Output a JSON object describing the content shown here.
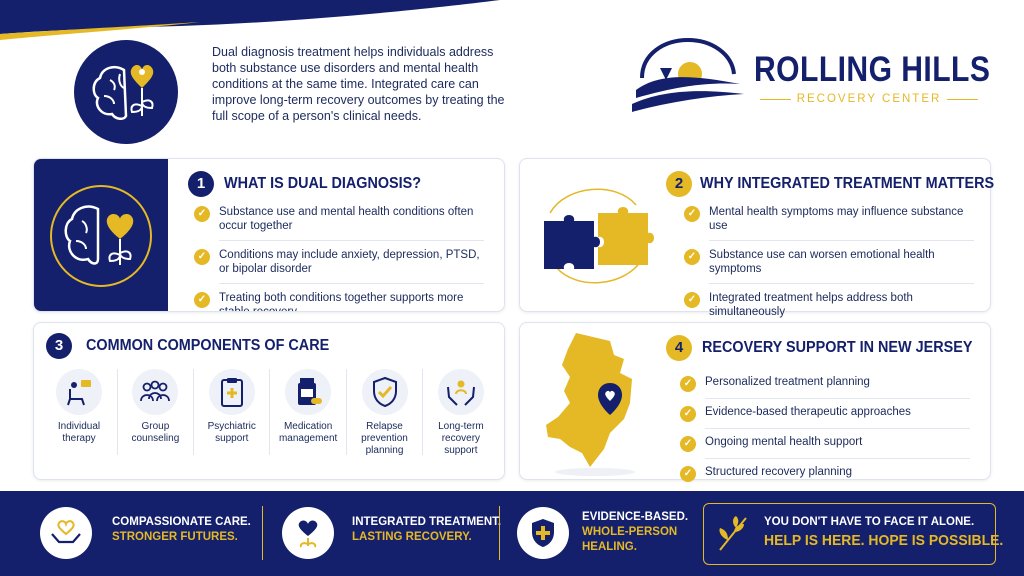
{
  "intro": {
    "text": "Dual diagnosis treatment helps individuals address both substance use disorders and mental health conditions at the same time. Integrated care can improve long-term recovery outcomes by treating the full scope of a person's clinical needs."
  },
  "logo": {
    "title": "ROLLING HILLS",
    "subtitle": "RECOVERY CENTER"
  },
  "section1": {
    "number": "1",
    "title": "WHAT IS DUAL DIAGNOSIS?",
    "items": [
      "Substance use and mental health conditions often occur together",
      "Conditions may include anxiety, depression, PTSD, or bipolar disorder",
      "Treating both conditions together supports more stable recovery"
    ]
  },
  "section2": {
    "number": "2",
    "title": "WHY INTEGRATED TREATMENT MATTERS",
    "items": [
      "Mental health symptoms may influence substance use",
      "Substance use can worsen emotional health symptoms",
      "Integrated treatment helps address both simultaneously"
    ]
  },
  "section3": {
    "number": "3",
    "title": "COMMON COMPONENTS OF CARE",
    "components": [
      {
        "line1": "Individual",
        "line2": "therapy",
        "line3": ""
      },
      {
        "line1": "Group",
        "line2": "counseling",
        "line3": ""
      },
      {
        "line1": "Psychiatric",
        "line2": "support",
        "line3": ""
      },
      {
        "line1": "Medication",
        "line2": "management",
        "line3": ""
      },
      {
        "line1": "Relapse",
        "line2": "prevention",
        "line3": "planning"
      },
      {
        "line1": "Long-term",
        "line2": "recovery",
        "line3": "support"
      }
    ]
  },
  "section4": {
    "number": "4",
    "title": "RECOVERY SUPPORT IN NEW JERSEY",
    "items": [
      "Personalized treatment planning",
      "Evidence-based therapeutic approaches",
      "Ongoing mental health support",
      "Structured recovery planning"
    ]
  },
  "footer": {
    "f1": {
      "line1": "COMPASSIONATE CARE.",
      "line2": "STRONGER FUTURES."
    },
    "f2": {
      "line1": "INTEGRATED TREATMENT.",
      "line2": "LASTING RECOVERY."
    },
    "f3": {
      "line1": "EVIDENCE-BASED.",
      "line2": "WHOLE-PERSON",
      "line3": "HEALING."
    },
    "f4": {
      "line1": "YOU DON'T HAVE TO FACE IT ALONE.",
      "line2": "HELP IS HERE. HOPE IS POSSIBLE."
    }
  },
  "colors": {
    "navy": "#14206b",
    "gold": "#e5b826"
  }
}
